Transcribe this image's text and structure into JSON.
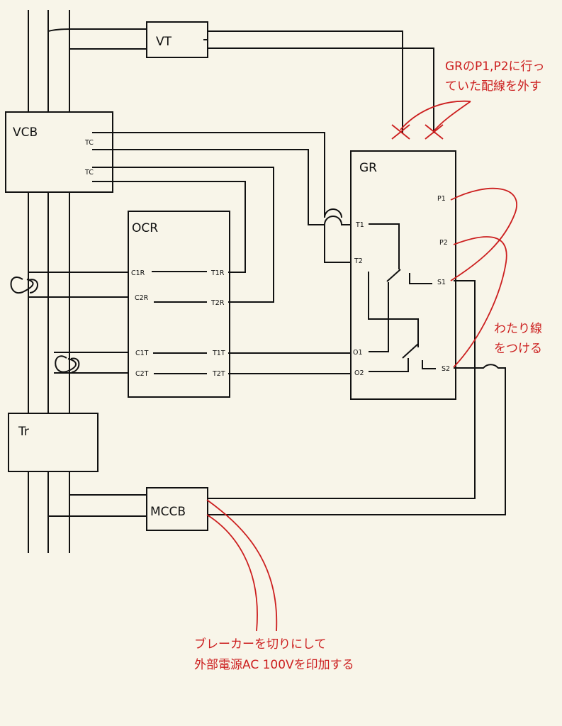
{
  "labels": {
    "vt": "VT",
    "vcb": "VCB",
    "vcb_tc1": "TC",
    "vcb_tc2": "TC",
    "gr": "GR",
    "ocr": "OCR",
    "tr": "Tr",
    "mccb": "MCCB",
    "gr_t1": "T1",
    "gr_t2": "T2",
    "gr_p1": "P1",
    "gr_p2": "P2",
    "gr_s1": "S1",
    "gr_s2": "S2",
    "gr_o1": "O1",
    "gr_o2": "O2",
    "ocr_c1r": "C1R",
    "ocr_c2r": "C2R",
    "ocr_t1r": "T1R",
    "ocr_t2r": "T2R",
    "ocr_c1t": "C1T",
    "ocr_c2t": "C2T",
    "ocr_t1t": "T1T",
    "ocr_t2t": "T2T"
  },
  "annotations": {
    "remove_line1": "GRのP1,P2に行っ",
    "remove_line2": "ていた配線を外す",
    "jumper_line1": "わたり線",
    "jumper_line2": "をつける",
    "apply_line1": "ブレーカーを切りにして",
    "apply_line2": "外部電源AC 100Vを印加する"
  },
  "colors": {
    "wire": "#111111",
    "annotation": "#cc1f1f",
    "background": "#f8f5e9"
  }
}
